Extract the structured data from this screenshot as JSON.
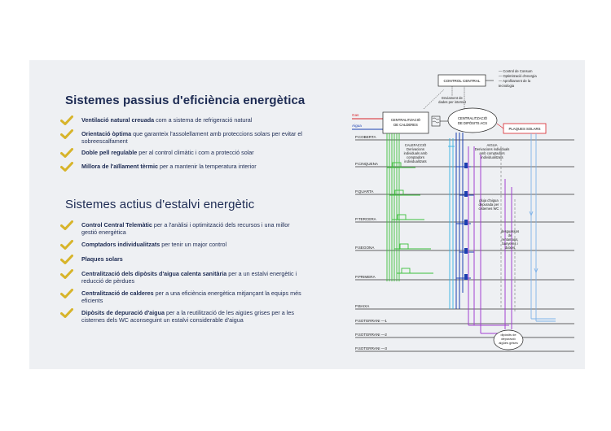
{
  "passive": {
    "title": "Sistemes passius d'eficiència energètica",
    "items": [
      {
        "bold": "Ventilació natural creuada",
        "rest": " com a sistema de refrigeració natural"
      },
      {
        "bold": "Orientació òptima",
        "rest": " que garanteix l'assolellament amb proteccions solars per evitar el sobreescalfament"
      },
      {
        "bold": "Doble pell regulable",
        "rest": " per al control climàtic i com a protecció solar"
      },
      {
        "bold": "Millora de l'aïllament tèrmic",
        "rest": " per a mantenir la temperatura interior"
      }
    ]
  },
  "active": {
    "title": "Sistemes actius d'estalvi energètic",
    "items": [
      {
        "bold": "Control Central Telemàtic",
        "rest": " per a l'anàlisi i optimització dels recursos i una millor gestió energètica"
      },
      {
        "bold": "Comptadors individualitzats",
        "rest": " per tenir un major control"
      },
      {
        "bold": "Plaques solars",
        "rest": ""
      },
      {
        "bold": "Centralització dels dipòsits d'aigua calenta sanitària",
        "rest": " per a un estalvi energètic i reducció de pèrdues"
      },
      {
        "bold": "Centralització de calderes",
        "rest": "  per a una eficiència energètica mitjançant la  equips més eficients"
      },
      {
        "bold": "Dipòsits de depuració d'aigua",
        "rest": " per a la reutilització de les aigües grises per a les cisternes dels WC aconseguint un estalvi considerable d'aigua"
      }
    ]
  },
  "diagram": {
    "control_central": "CONTROL CENTRAL",
    "control_notes": [
      "— Control de Consum",
      "— Optimització d'energia",
      "— Aprofitament de la",
      "   tecnologia"
    ],
    "enviament": [
      "Enviament de",
      "dades per internet"
    ],
    "gas": "Gas",
    "aigua_in": "Aigua",
    "calderes": [
      "CENTRALITZACIÓ",
      "DE CALDERES"
    ],
    "diposits": [
      "CENTRALITZACIÓ",
      "DE DIPÒSITS ACS"
    ],
    "plaques": "PLAQUES SOLARS",
    "calefaccio": [
      "CALEFACCIÓ",
      "Derivacions",
      "individuals amb",
      "comptadors",
      "individualitzats"
    ],
    "aigua": [
      "AIGUA",
      "Derivacions individuals",
      "amb comptadors",
      "individualitzats"
    ],
    "pluges": [
      "pluja d'aigua",
      "depurada per",
      "cisternes WC"
    ],
    "desguassos": [
      "desguassos",
      "de",
      "rentamans,",
      "banyeres i",
      "dutxes"
    ],
    "diposit_dep": [
      "dipòsits de",
      "depuració",
      "aigües grises"
    ],
    "floors": [
      "P.COBERTA",
      "P.CINQUENA",
      "P.QUARTA",
      "P.TERCERA",
      "P.SEGONA",
      "P.PRIMERA",
      "P.BAIXA",
      "P.SOTERRANI  —1",
      "P.SOTERRANI  —2",
      "P.SOTERRANI  —3"
    ]
  },
  "colors": {
    "heading": "#1d2b53",
    "check": "#d7b42a",
    "green": "#3bbf3b",
    "blue": "#1b3fb0",
    "cyan": "#34b2e4",
    "purple": "#a23fd0",
    "lightblue": "#7fb3e8",
    "red": "#d8232a"
  }
}
